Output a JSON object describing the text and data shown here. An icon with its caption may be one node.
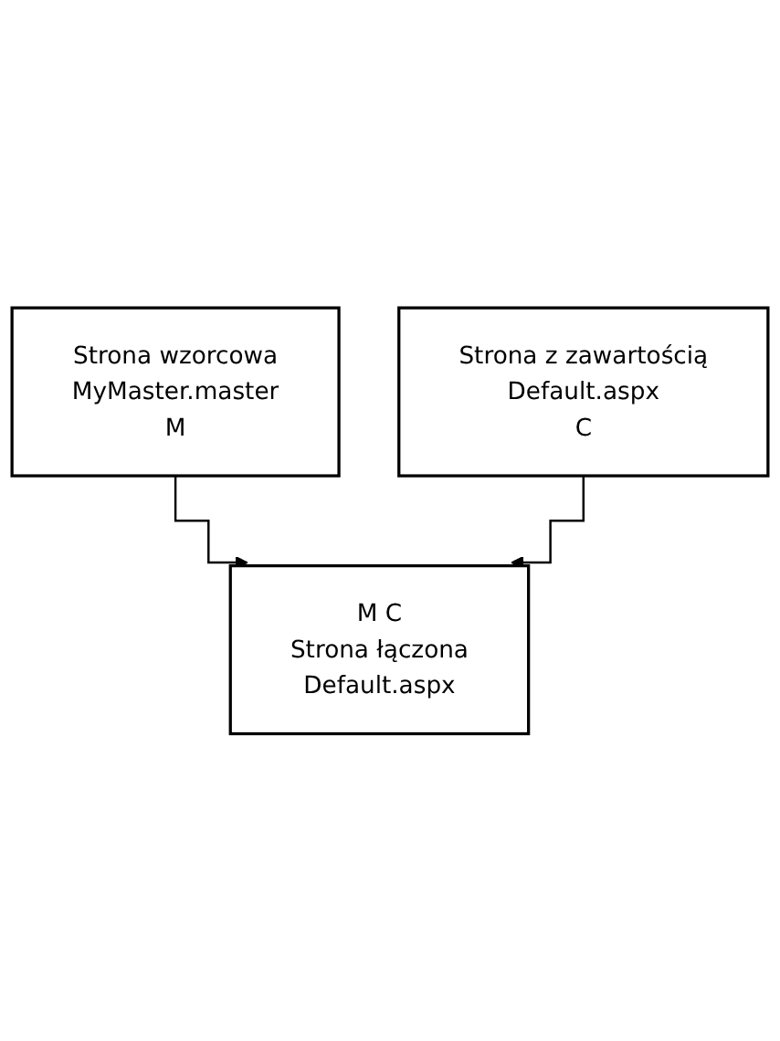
{
  "diagram": {
    "nodes": [
      {
        "text": [
          "Strona wzorcowa",
          "MyMaster.master",
          "M"
        ]
      },
      {
        "text": [
          "Strona z zawartością",
          "Default.aspx",
          "C"
        ]
      },
      {
        "text": [
          "M C",
          "Strona łączona",
          "Default.aspx"
        ]
      }
    ],
    "edges": [
      {
        "from": 0,
        "to": 2,
        "arrow": "to"
      },
      {
        "from": 1,
        "to": 2,
        "arrow": "to"
      }
    ]
  }
}
